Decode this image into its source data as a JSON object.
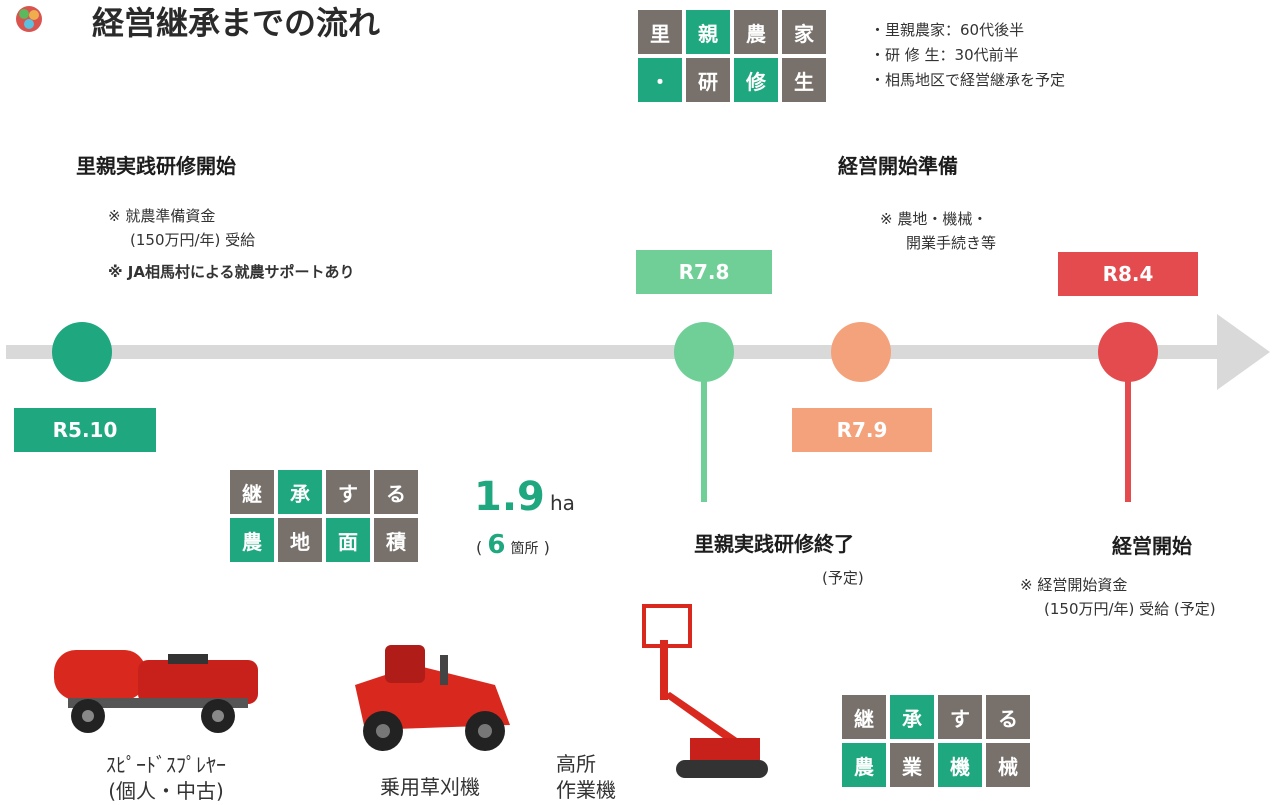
{
  "header": {
    "title": "経営継承までの流れ"
  },
  "profile": {
    "tiles": [
      "里",
      "親",
      "農",
      "家",
      "・",
      "研",
      "修",
      "生"
    ],
    "notes": [
      "・里親農家：60代後半",
      "・研 修 生：30代前半",
      "・相馬地区で経営継承を予定"
    ]
  },
  "milestones": {
    "start": {
      "title": "里親実践研修開始",
      "note1": "※ 就農準備資金",
      "note2": "(150万円/年) 受給",
      "note3": "※ JA相馬村による就農サポートあり",
      "date": "R5.10"
    },
    "training_end": {
      "title": "里親実践研修終了",
      "sub": "(予定)",
      "date": "R7.8"
    },
    "prep": {
      "title": "経営開始準備",
      "note1": "※ 農地・機械・",
      "note2": "開業手続き等",
      "date": "R7.9"
    },
    "launch": {
      "title": "経営開始",
      "note1": "※ 経営開始資金",
      "note2": "(150万円/年) 受給 (予定)",
      "date": "R8.4"
    }
  },
  "farmland": {
    "tiles": [
      "継",
      "承",
      "す",
      "る",
      "農",
      "地",
      "面",
      "積"
    ],
    "area_value": "1.9",
    "area_unit": "ha",
    "paren_open": "(",
    "count_value": "6",
    "count_unit": "箇所",
    "paren_close": ")"
  },
  "machinery": {
    "tiles": [
      "継",
      "承",
      "す",
      "る",
      "農",
      "業",
      "機",
      "械"
    ],
    "items": [
      {
        "line1": "ｽﾋﾟｰﾄﾞｽﾌﾟﾚﾔｰ",
        "line2": "(個人・中古)"
      },
      {
        "line1": "乗用草刈機",
        "line2": ""
      },
      {
        "line1": "高所",
        "line2": "作業機"
      }
    ]
  },
  "colors": {
    "green": "#1fa77f",
    "light_green": "#6fcf97",
    "orange": "#f4a27c",
    "red": "#e34b4f",
    "gray_tile": "#77706b",
    "timeline": "#d9d9d9"
  }
}
